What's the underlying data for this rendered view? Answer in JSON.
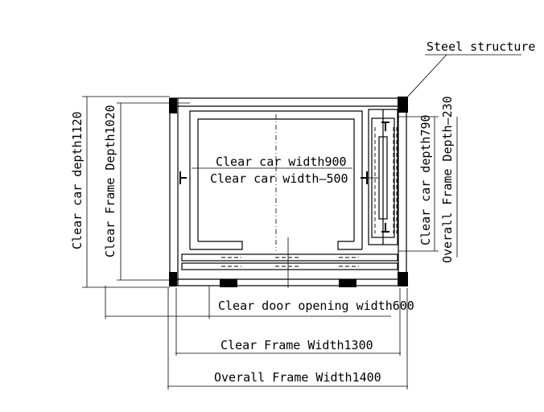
{
  "labels": {
    "steel_structure": "Steel structure",
    "clear_car_width": "Clear car width900",
    "clear_car_width_minus": "Clear car width—500",
    "clear_car_depth": "Clear car depth1120",
    "clear_frame_depth": "Clear Frame Depth1020",
    "clear_car_depth_right": "Clear car depth790",
    "overall_frame_depth": "Overall Frame Depth—230",
    "clear_door_opening": "Clear door opening width600",
    "clear_frame_width": "Clear Frame Width1300",
    "overall_frame_width": "Overall Frame Width1400"
  },
  "colors": {
    "ink": "#000000",
    "paper": "#ffffff"
  }
}
